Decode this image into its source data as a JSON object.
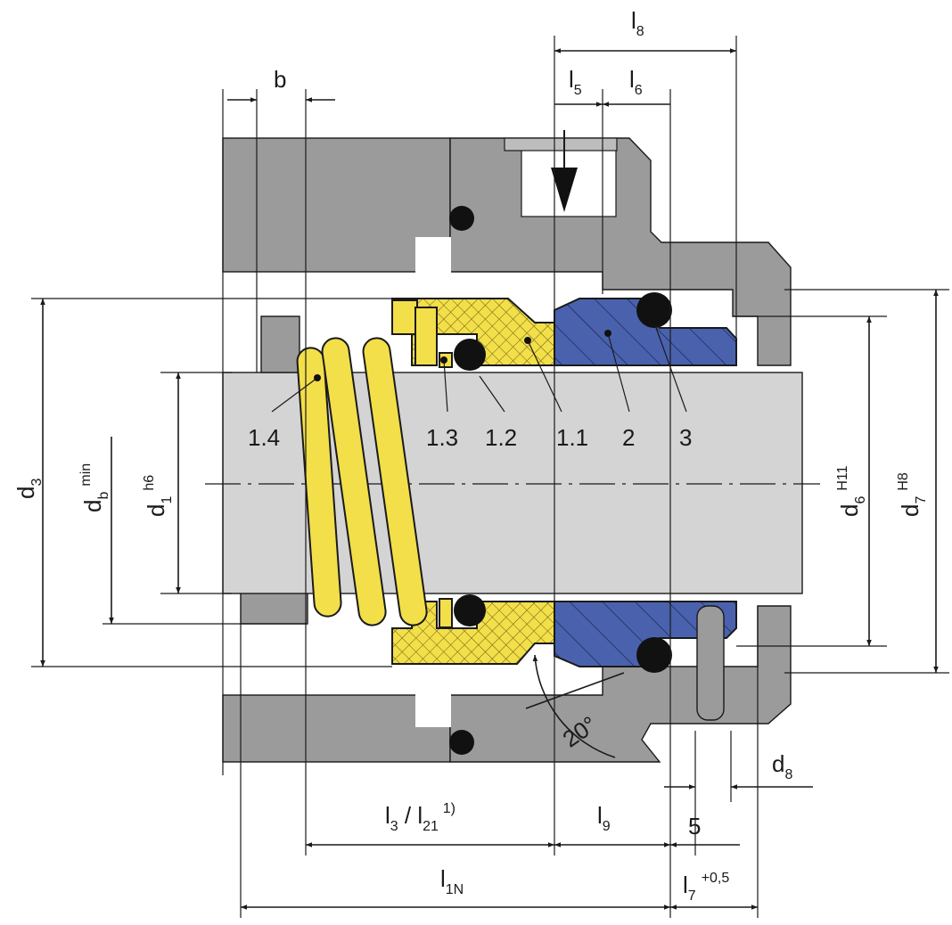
{
  "drawing": {
    "colors": {
      "housing": "#9b9b9b",
      "shaft": "#d4d4d4",
      "rotating_part": "#f2df4a",
      "stationary_seat": "#4a62ad",
      "o_ring": "#111111"
    },
    "part_labels": {
      "p14": "1.4",
      "p13": "1.3",
      "p12": "1.2",
      "p11": "1.1",
      "p2": "2",
      "p3": "3"
    },
    "dimensions": {
      "l8": {
        "main": "l",
        "sub": "8",
        "sup": ""
      },
      "l5": {
        "main": "l",
        "sub": "5",
        "sup": ""
      },
      "l6": {
        "main": "l",
        "sub": "6",
        "sup": ""
      },
      "b": {
        "main": "b",
        "sub": "",
        "sup": ""
      },
      "d3": {
        "main": "d",
        "sub": "3",
        "sup": ""
      },
      "db": {
        "main": "d",
        "sub": "b",
        "sup": "min"
      },
      "d1": {
        "main": "d",
        "sub": "1",
        "sup": "h6"
      },
      "d6": {
        "main": "d",
        "sub": "6",
        "sup": "H11"
      },
      "d7": {
        "main": "d",
        "sub": "7",
        "sup": "H8"
      },
      "d8": {
        "main": "d",
        "sub": "8",
        "sup": ""
      },
      "l3": {
        "main": "l",
        "sub": "3",
        "sep": " / ",
        "main2": "l",
        "sub2": "21",
        "sup": "1)"
      },
      "l9": {
        "main": "l",
        "sub": "9",
        "sup": ""
      },
      "five": {
        "main": "5",
        "sub": "",
        "sup": ""
      },
      "l1n": {
        "main": "l",
        "sub": "1N",
        "sup": ""
      },
      "l7": {
        "main": "l",
        "sub": "7",
        "sup": "+0,5"
      }
    },
    "angle": "20°"
  }
}
